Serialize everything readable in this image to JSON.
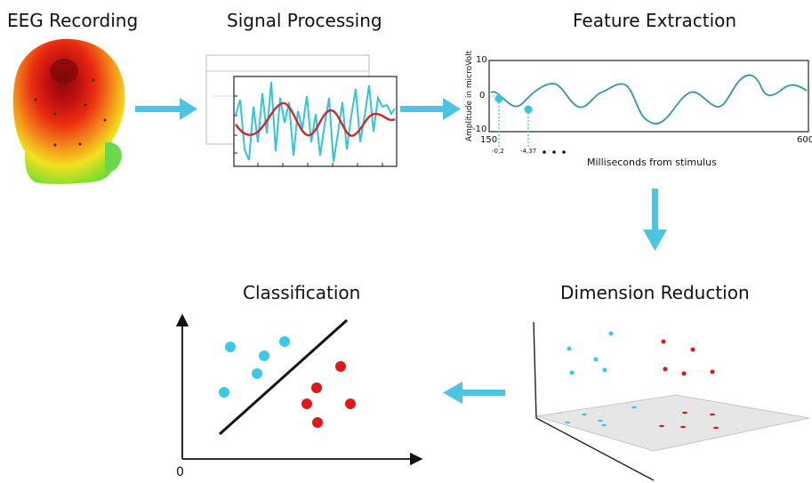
{
  "steps": {
    "eeg": "EEG Recording",
    "signal": "Signal Processing",
    "feature": "Feature Extraction",
    "dimension": "Dimension Reduction",
    "classification": "Classification"
  },
  "feature_plot": {
    "ylabel": "Amplitude in microVolt",
    "xlabel": "Milliseconds from stimulus",
    "y_ticks": [
      "10",
      "0",
      "-10"
    ],
    "x_start": "150",
    "x_end": "600",
    "marker1": "-0,2",
    "marker2": "-4,37"
  },
  "classification_plot": {
    "origin": "0"
  },
  "colors": {
    "arrow": "#4cc4e4",
    "cyan_class": "#3cc8e6",
    "red_class": "#e01818",
    "signal_red": "#d42424"
  }
}
